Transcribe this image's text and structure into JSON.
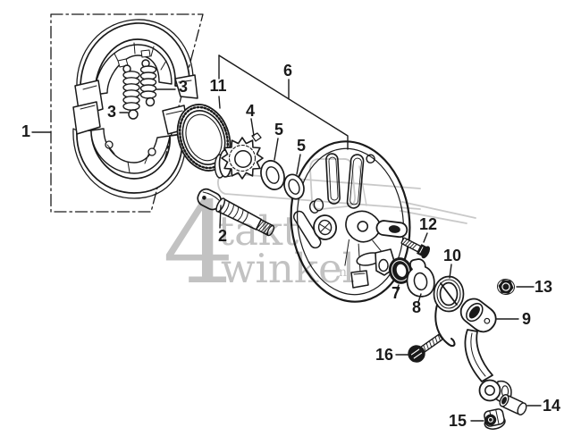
{
  "colors": {
    "background": "#ffffff",
    "line": "#1a1a1a",
    "phantom": "#c9c9c9",
    "watermark": "#c2c2c2"
  },
  "watermark": {
    "numeral": "4",
    "word1": "takt",
    "word2": "winkel",
    "suffix": "nl"
  },
  "callouts": [
    {
      "label": "1",
      "part": "brake shoe set (boxed group)"
    },
    {
      "label": "3",
      "part": "shoe springs (right)"
    },
    {
      "label": "3",
      "part": "shoe spring (left)"
    },
    {
      "label": "11",
      "part": "dust seal ring"
    },
    {
      "label": "4",
      "part": "cam gear"
    },
    {
      "label": "5",
      "part": "washer (upper)"
    },
    {
      "label": "5",
      "part": "washer (lower)"
    },
    {
      "label": "6",
      "part": "brake panel"
    },
    {
      "label": "2",
      "part": "brake cam shaft"
    },
    {
      "label": "12",
      "part": "bolt"
    },
    {
      "label": "7",
      "part": "oil seal"
    },
    {
      "label": "8",
      "part": "wear indicator plate"
    },
    {
      "label": "10",
      "part": "return spring"
    },
    {
      "label": "13",
      "part": "nut"
    },
    {
      "label": "9",
      "part": "brake arm"
    },
    {
      "label": "16",
      "part": "flange bolt"
    },
    {
      "label": "14",
      "part": "pin roller"
    },
    {
      "label": "15",
      "part": "pivot bolt"
    }
  ]
}
